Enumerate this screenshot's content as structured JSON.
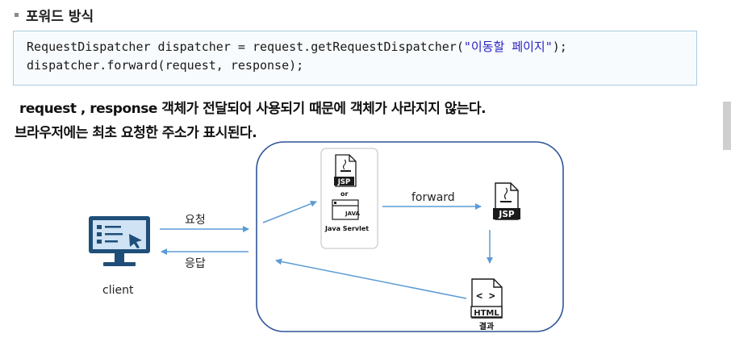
{
  "heading": "포워드 방식",
  "code": {
    "line1_before": "RequestDispatcher dispatcher = request.getRequestDispatcher(",
    "line1_string": "\"이동할 페이지\"",
    "line1_after": ");",
    "line2": "dispatcher.forward(request, response);"
  },
  "description": {
    "line1": "request , response 객체가 전달되어 사용되기 때문에 객체가 사라지지 않는다.",
    "line2": "브라우저에는 최초 요청한 주소가 표시된다."
  },
  "diagram": {
    "client_label": "client",
    "request_label": "요청",
    "response_label": "응답",
    "forward_label": "forward",
    "jsp_badge": "JSP",
    "or_label": "or",
    "java_label": "JAVA",
    "servlet_label": "Java Servlet",
    "jsp_target_badge": "JSP",
    "html_badge": "HTML",
    "result_label": "결과",
    "code_glyph": "< >"
  },
  "colors": {
    "arrow": "#5b9bd5",
    "container_border": "#2f5597",
    "monitor": "#1f4e79",
    "screen": "#cfe3f4",
    "code_box_border": "#a8cbe0",
    "string_literal": "#2a22c4"
  }
}
